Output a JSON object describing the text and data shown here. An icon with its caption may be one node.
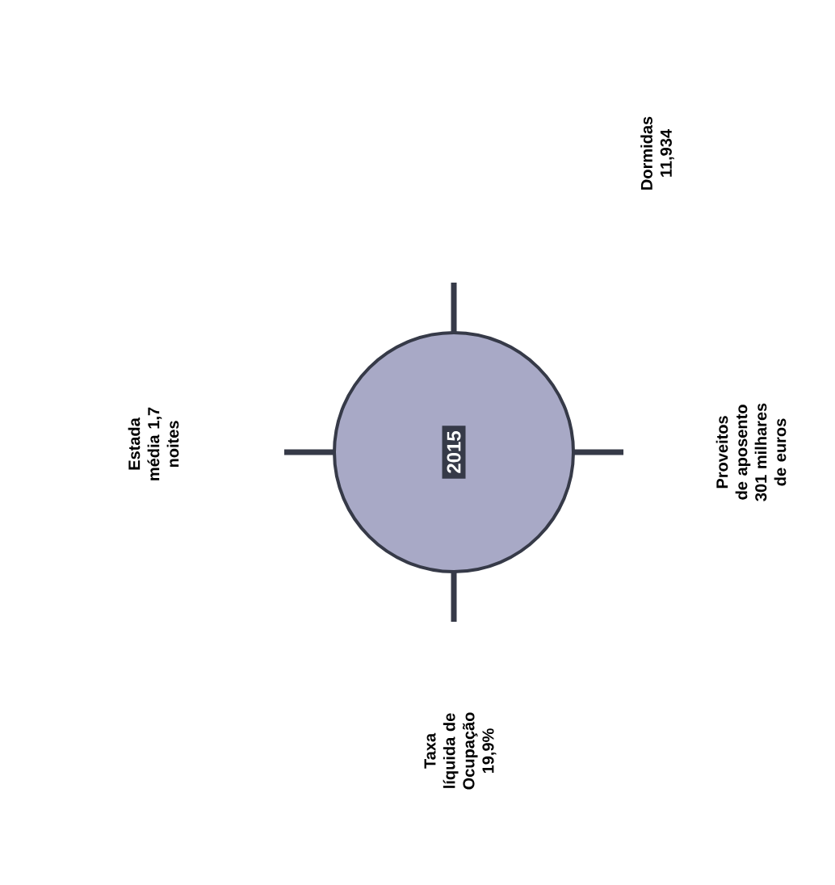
{
  "diagram": {
    "nodes": [
      {
        "text": [
          "2015"
        ]
      },
      {
        "text": [
          "Dormidas 11,934"
        ]
      },
      {
        "text": [
          "Estada média 1,7 noites"
        ]
      },
      {
        "text": [
          "Proveitos de aposento 301 milhares de euros"
        ]
      },
      {
        "text": [
          "Taxa líquida de Ocupação 19,9%"
        ]
      }
    ]
  }
}
